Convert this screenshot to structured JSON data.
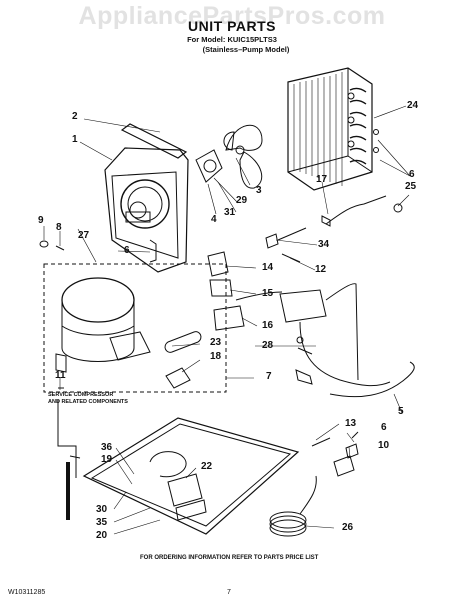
{
  "watermark": "AppliancePartsPros.com",
  "header": {
    "title": "UNIT PARTS",
    "model_line": "For Model: KUIC15PLTS3",
    "variant": "(Stainless–Pump Model)"
  },
  "service_note": {
    "line1": "SERVICE COMPRESSOR",
    "line2": "AND RELATED COMPONENTS"
  },
  "callouts": {
    "c1": "1",
    "c2": "2",
    "c3": "3",
    "c4": "4",
    "c5": "5",
    "c6a": "6",
    "c6b": "6",
    "c6c": "6",
    "c7": "7",
    "c8": "8",
    "c9": "9",
    "c10": "10",
    "c11": "11",
    "c12": "12",
    "c13": "13",
    "c14": "14",
    "c15": "15",
    "c16": "16",
    "c17": "17",
    "c18": "18",
    "c19": "19",
    "c20": "20",
    "c22": "22",
    "c23": "23",
    "c24": "24",
    "c25": "25",
    "c26": "26",
    "c27": "27",
    "c28": "28",
    "c29": "29",
    "c30": "30",
    "c31": "31",
    "c34": "34",
    "c35": "35",
    "c36": "36"
  },
  "footer": {
    "ordering_info": "FOR ORDERING INFORMATION REFER TO PARTS PRICE LIST",
    "doc_number": "W10311285",
    "page_number": "7"
  },
  "colors": {
    "ink": "#111111",
    "watermark": "#e2e2e2"
  }
}
